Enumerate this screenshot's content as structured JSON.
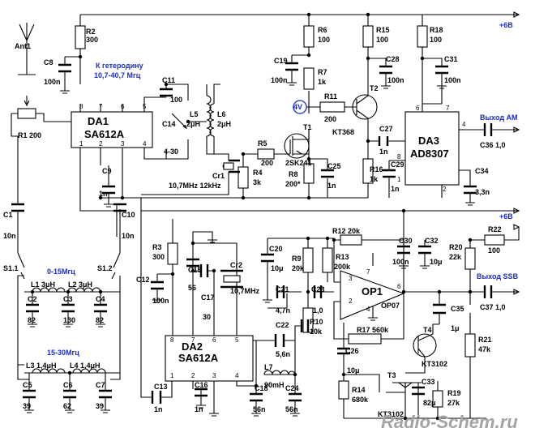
{
  "labels": {
    "ant": "Ant1",
    "r1": "R1 200",
    "c8": "C8",
    "c8v": "100n",
    "r2": "R2",
    "r2v": "300",
    "lo1": "К гетеродину",
    "lo2": "10,7-40,7 Мгц",
    "da1a": "DA1",
    "da1b": "SA612A",
    "c11": "C11",
    "c11v": "100",
    "c14": "C14",
    "c14v": "4-30",
    "l5": "L5",
    "l5v": "2μH",
    "l6": "L6",
    "l6v": "2μH",
    "c9": "C9",
    "c9v": "1n",
    "cr1": "Cr1",
    "cr1v": "10,7MHz 12kHz",
    "r4": "R4",
    "r4v": "3k",
    "r5": "R5",
    "r5v": "200",
    "t1": "T1",
    "t1v": "2SK241",
    "r8": "R8",
    "r8v": "200*",
    "c25": "C25",
    "c25v": "1n",
    "r6": "R6",
    "r6v": "100",
    "c19": "C19",
    "c19v": "100n",
    "r7": "R7",
    "r7v": "1k",
    "v4": "4V",
    "r11": "R11",
    "r11v": "200",
    "t2": "T2",
    "t2v": "KT368",
    "r15": "R15",
    "r15v": "100",
    "c28": "C28",
    "c28v": "100n",
    "r18": "R18",
    "r18v": "100",
    "c31": "C31",
    "c31v": "100n",
    "p6v1": "+6В",
    "c27": "C27",
    "c27v": "1n",
    "r16": "R16",
    "r16v": "1k",
    "c29": "C29",
    "c29v": "1n",
    "da3a": "DA3",
    "da3b": "AD8307",
    "outam": "Выход AM",
    "c36": "C36 1,0",
    "c34": "C34",
    "c34v": "3,3n",
    "c1": "C1",
    "c1v": "10n",
    "c10": "C10",
    "c10v": "10n",
    "s11": "S1.1",
    "s12": "S1.2",
    "band1": "0-15Мгц",
    "l1": "L1 3μH",
    "l2": "L2 3μH",
    "c2": "C2",
    "c2v": "82",
    "c3": "C3",
    "c3v": "130",
    "c4": "C4",
    "c4v": "82",
    "band2": "15-30Мгц",
    "l3": "L3 1,4μH",
    "l4": "L4 1,4μH",
    "c5": "C5",
    "c5v": "39",
    "c6": "C6",
    "c6v": "62",
    "c7": "C7",
    "c7v": "39",
    "p6v2": "+6В",
    "r3": "R3",
    "r3v": "300",
    "c12": "C12",
    "c12v": "100n",
    "c15": "C15",
    "c15v": "56",
    "cr2": "Cr2",
    "cr2v": "10,7MHz",
    "c17": "C17",
    "c17v": "30",
    "da2a": "DA2",
    "da2b": "SA612A",
    "c13": "C13",
    "c13v": "1n",
    "c16": "C16",
    "c16v": "1n",
    "c22": "C22",
    "c22v": "5,6n",
    "l7": "L7",
    "l7v": "90mH",
    "c18": "C18",
    "c18v": "56n",
    "c24": "C24",
    "c24v": "56n",
    "c20": "C20",
    "c20v": "10μ",
    "r9": "R9",
    "r9v": "20k",
    "r13": "R13",
    "r13v": "200k",
    "c21": "C21",
    "c21v": "4,7n",
    "c23": "C23",
    "c23v": "1,0",
    "r10": "R10",
    "r10v": "10k",
    "r12": "R12  20k",
    "op1": "OP1",
    "op1v": "OP07",
    "c30": "C30",
    "c30v": "100n",
    "c32": "C32",
    "c32v": "10μ",
    "r20": "R20",
    "r20v": "22k",
    "r22": "R22",
    "r22v": "100",
    "outssb": "Выход SSB",
    "c37": "C37 1,0",
    "r17": "R17  560k",
    "c26": "C26",
    "c26v": "10μ",
    "c35": "C35",
    "c35v": "1μ",
    "t4": "T4",
    "t4v": "KT3102",
    "r21": "R21",
    "r21v": "47k",
    "t3": "T3",
    "t3v": "KT3102",
    "r14": "R14",
    "r14v": "680k",
    "c33": "C33",
    "c33v": "82μ",
    "r19": "R19",
    "r19v": "27k",
    "wm": "Radio-Schem.ru"
  },
  "pins": {
    "da1": [
      "8",
      "7",
      "6",
      "5",
      "1",
      "2",
      "3",
      "4"
    ],
    "da2": [
      "8",
      "7",
      "6",
      "5",
      "1",
      "2",
      "3",
      "4"
    ],
    "da3": [
      "6",
      "7",
      "4",
      "8",
      "1",
      "2"
    ],
    "op1": [
      "3",
      "2",
      "6",
      "7",
      "4"
    ]
  },
  "colors": {
    "ink": "#000000",
    "accent": "#1a2cc8",
    "watermark": "#a3a3a3",
    "paper": "#ffffff"
  }
}
